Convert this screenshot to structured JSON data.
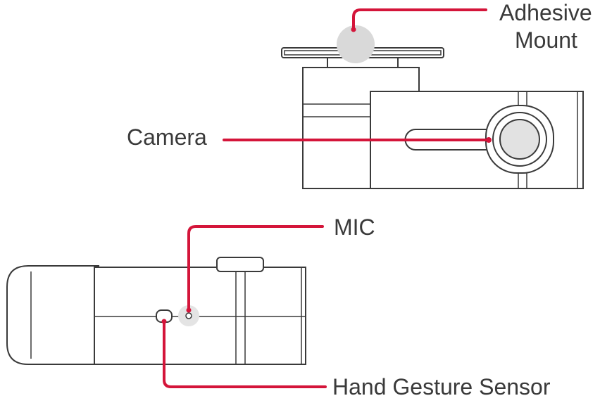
{
  "labels": {
    "adhesive_line1": "Adhesive",
    "adhesive_line2": "Mount",
    "camera": "Camera",
    "mic": "MIC",
    "gesture": "Hand Gesture Sensor"
  },
  "colors": {
    "leader": "#d4153a",
    "outline": "#3a3a3a",
    "highlight": "#d9d9d9"
  }
}
